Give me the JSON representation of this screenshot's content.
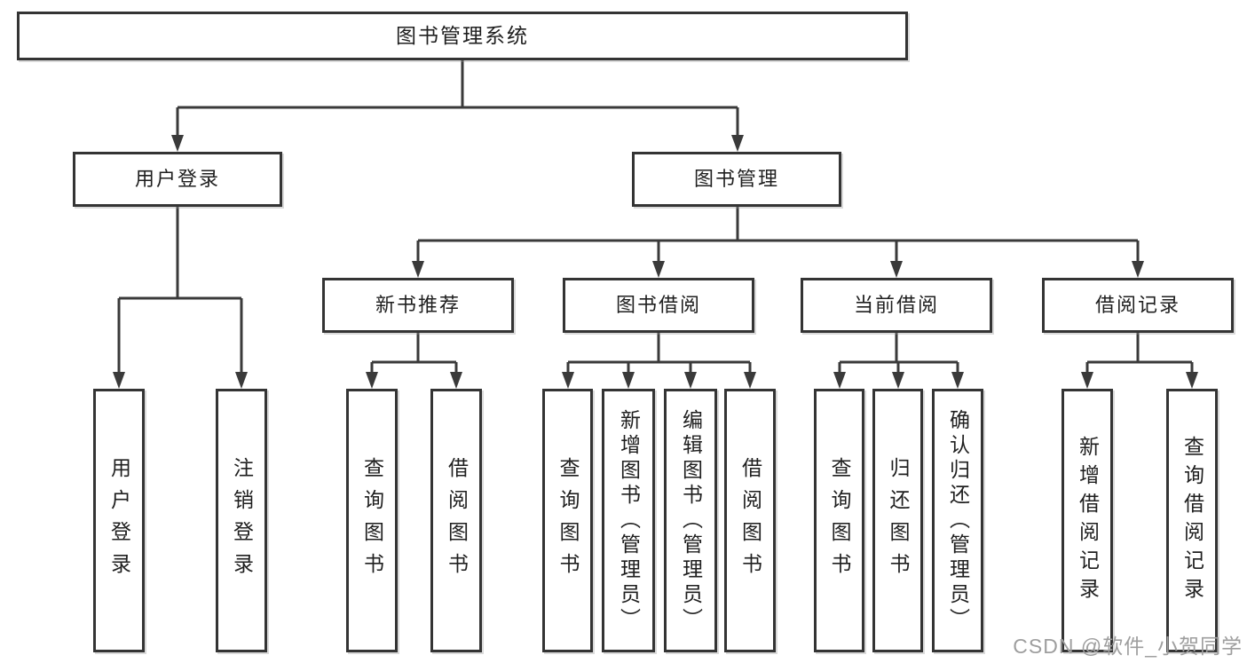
{
  "diagram": {
    "root": {
      "label": "图书管理系统"
    },
    "user_login": {
      "label": "用户登录",
      "children": [
        {
          "label": "用户登录"
        },
        {
          "label": "注销登录"
        }
      ]
    },
    "book_management": {
      "label": "图书管理",
      "sections": {
        "new_book_recommend": {
          "label": "新书推荐",
          "children": [
            {
              "label": "查询图书"
            },
            {
              "label": "借阅图书"
            }
          ]
        },
        "book_borrowing": {
          "label": "图书借阅",
          "children": [
            {
              "label": "查询图书"
            },
            {
              "label": "新增图书（管理员）"
            },
            {
              "label": "编辑图书（管理员）"
            },
            {
              "label": "借阅图书"
            }
          ]
        },
        "current_borrowing": {
          "label": "当前借阅",
          "children": [
            {
              "label": "查询图书"
            },
            {
              "label": "归还图书"
            },
            {
              "label": "确认归还（管理员）"
            }
          ]
        },
        "borrowing_records": {
          "label": "借阅记录",
          "children": [
            {
              "label": "新增借阅记录"
            },
            {
              "label": "查询借阅记录"
            }
          ]
        }
      }
    },
    "watermark": {
      "text": "CSDN @软件_小贺同学"
    }
  },
  "colors": {
    "background": "#ffffff",
    "box_fill": "#ffffff",
    "box_border": "#343434",
    "line": "#3a3a3a",
    "text": "#1f1f1f",
    "watermark": "#9e9e9e"
  }
}
